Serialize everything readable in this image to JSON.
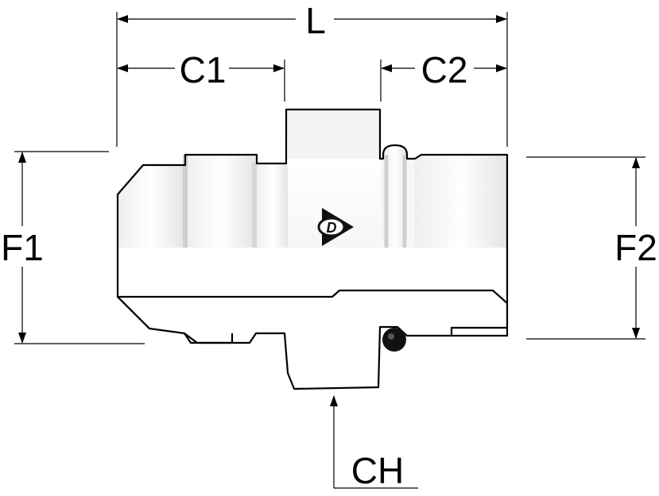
{
  "labels": {
    "length": "L",
    "c1": "C1",
    "c2": "C2",
    "f1": "F1",
    "f2": "F2",
    "hex": "CH"
  },
  "logo": {
    "text": "D",
    "icon": "dunlop-logo-icon"
  },
  "colors": {
    "stroke": "#000000",
    "body_fill": "#ffffff",
    "shade_light": "#e9e9e9",
    "shade_mid": "#d9d9d9",
    "oring": "#111111"
  }
}
